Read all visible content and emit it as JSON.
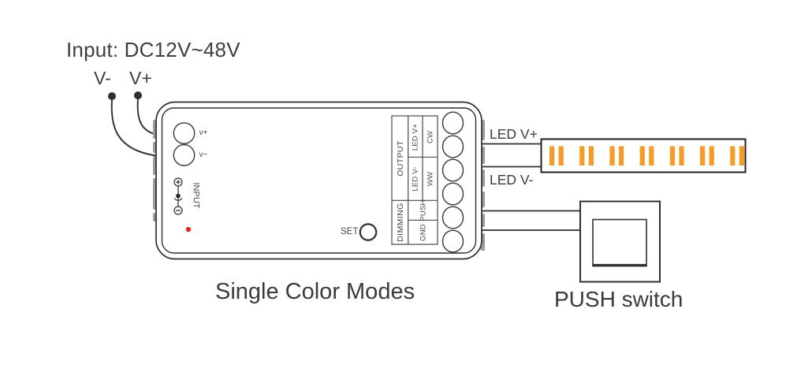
{
  "input": {
    "title": "Input: DC12V~48V",
    "wire_negative_label": "V-",
    "wire_positive_label": "V+"
  },
  "controller": {
    "screw_terminal_plus_label": "v+",
    "screw_terminal_minus_label": "v−",
    "dc_port_label": "INPUT",
    "set_button_label": "SET",
    "status_led_color": "#e8251f",
    "terminal_block": {
      "section_output": "OUTPUT",
      "section_dimming": "DIMMING",
      "cell_led_v_plus": "LED V+",
      "cell_cw": "CW",
      "cell_led_v_minus": "LED V-",
      "cell_ww": "WW",
      "cell_push": "PUSH",
      "cell_gnd": "GND"
    },
    "output_terminal_count": 6
  },
  "wiring": {
    "led_v_plus_label": "LED V+",
    "led_v_minus_label": "LED V-"
  },
  "led_strip": {
    "segment_pair_count": 7,
    "bar_color": "#f59b27"
  },
  "push_switch": {
    "label": "PUSH switch"
  },
  "caption": "Single Color Modes"
}
